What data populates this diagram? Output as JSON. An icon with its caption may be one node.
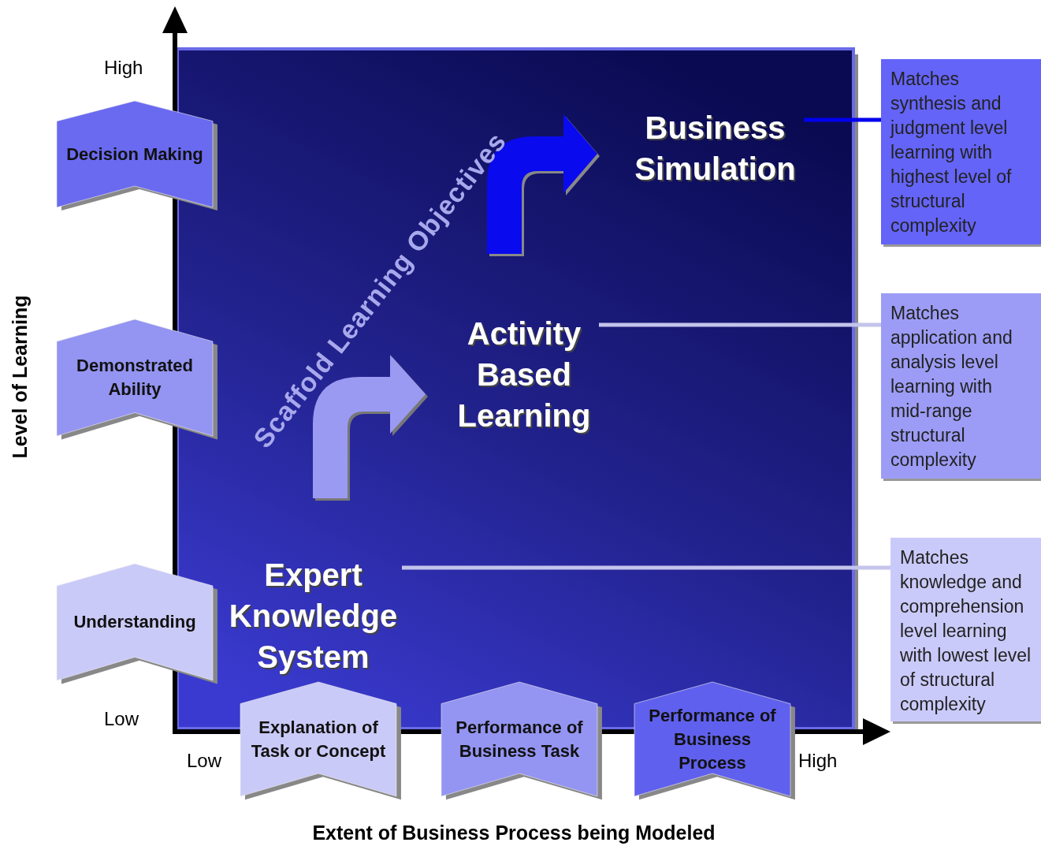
{
  "diagram": {
    "nodes": [
      {
        "text": [
          "Decision Making"
        ]
      },
      {
        "text": [
          "Demonstrated Ability"
        ]
      },
      {
        "text": [
          "Understanding"
        ]
      },
      {
        "text": [
          "Explanation of Task or Concept"
        ]
      },
      {
        "text": [
          "Performance of Business Task"
        ]
      },
      {
        "text": [
          "Performance of Business Process"
        ]
      },
      {
        "text": [
          "Business Simulation"
        ]
      },
      {
        "text": [
          "Activity Based Learning"
        ]
      },
      {
        "text": [
          "Expert Knowledge System"
        ]
      },
      {
        "text": [
          "Matches synthesis and judgment level learning with highest level of structural complexity"
        ]
      },
      {
        "text": [
          "Matches application and analysis level learning with mid-range structural complexity"
        ]
      },
      {
        "text": [
          "Matches knowledge and comprehension level learning with lowest level of structural complexity"
        ]
      }
    ],
    "edges": [
      {
        "from": 6,
        "to": 9,
        "arrow": "none",
        "color": "#0000ee"
      },
      {
        "from": 7,
        "to": 10,
        "arrow": "none"
      },
      {
        "from": 8,
        "to": 11,
        "arrow": "none"
      }
    ],
    "labels": [
      "High",
      "Scaffold Learning Objectives",
      "Level of Learning",
      "Low",
      "Low",
      "High",
      "Extent of Business Process being Modeled"
    ]
  }
}
